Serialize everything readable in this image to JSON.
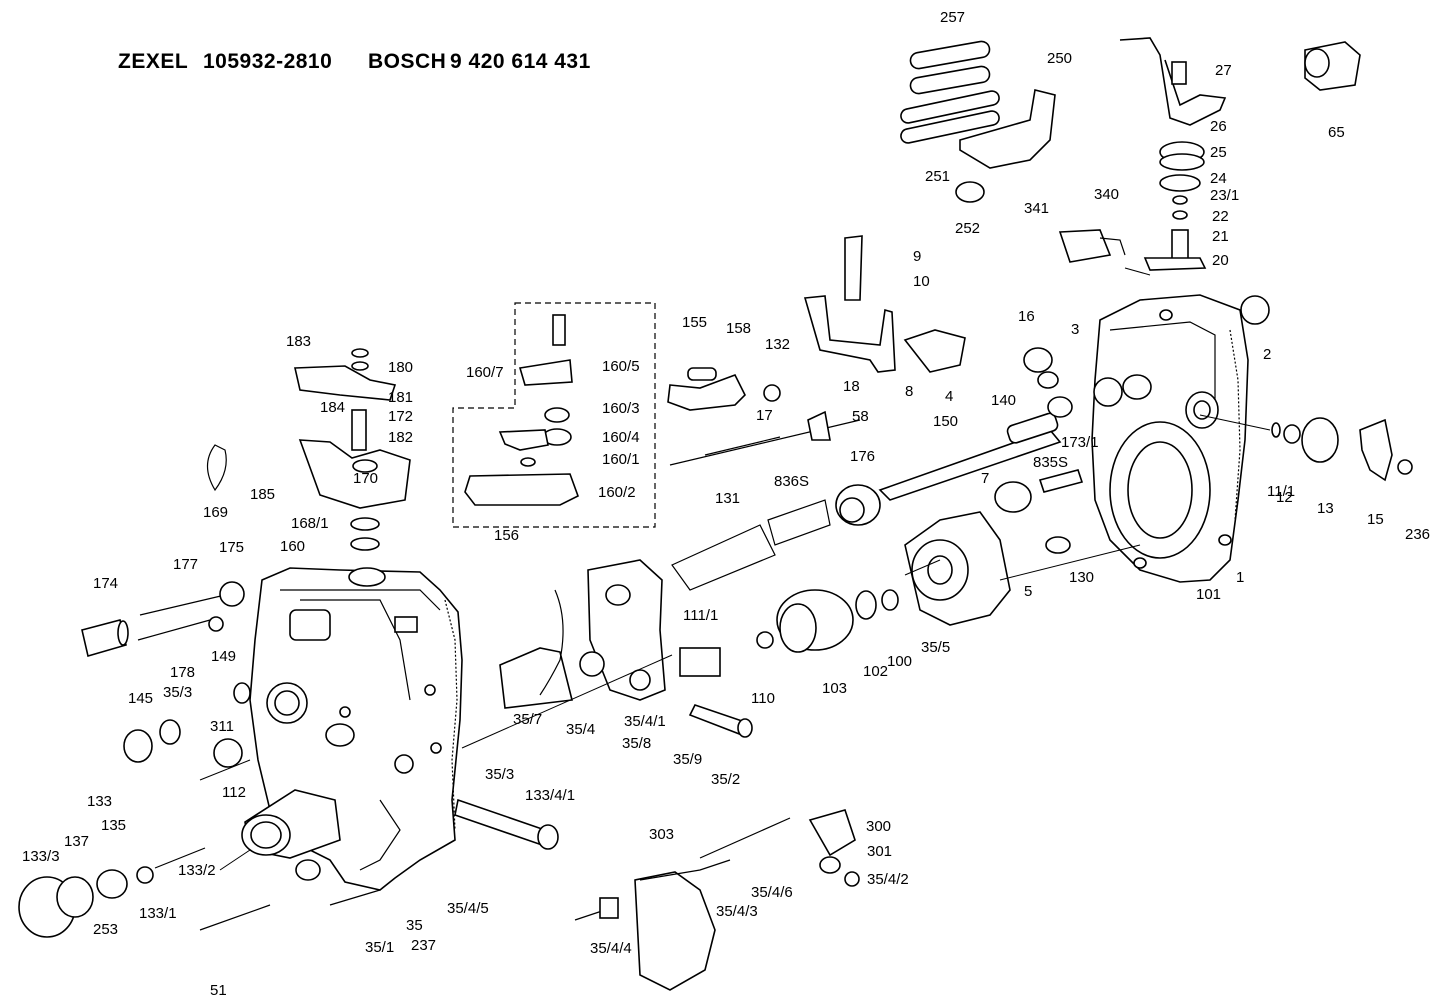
{
  "header": {
    "brand1": "ZEXEL",
    "part1": "105932-2810",
    "brand2": "BOSCH",
    "part2": "9 420 614 431"
  },
  "labels": [
    "257",
    "250",
    "251",
    "252",
    "27",
    "26",
    "25",
    "24",
    "23/1",
    "22",
    "21",
    "20",
    "65",
    "340",
    "341",
    "9",
    "10",
    "16",
    "3",
    "2",
    "183",
    "180",
    "181",
    "184",
    "172",
    "182",
    "170",
    "185",
    "169",
    "168/1",
    "160",
    "160/7",
    "160/5",
    "160/3",
    "160/4",
    "160/1",
    "160/2",
    "156",
    "155",
    "158",
    "132",
    "17",
    "18",
    "8",
    "4",
    "58",
    "140",
    "150",
    "176",
    "173/1",
    "835S",
    "7",
    "11/1",
    "12",
    "13",
    "15",
    "236",
    "1",
    "101",
    "5",
    "130",
    "131",
    "836S",
    "174",
    "177",
    "175",
    "178",
    "149",
    "145",
    "35/3",
    "311",
    "112",
    "111/1",
    "110",
    "103",
    "102",
    "100",
    "35/5",
    "35/7",
    "35/4",
    "35/4/1",
    "35/8",
    "35/9",
    "35/2",
    "35/3",
    "133/4/1",
    "133",
    "135",
    "137",
    "133/3",
    "133/2",
    "133/1",
    "253",
    "51",
    "35/1",
    "35",
    "237",
    "35/4/5",
    "303",
    "300",
    "301",
    "35/4/2",
    "35/4/6",
    "35/4/3",
    "35/4/4"
  ]
}
